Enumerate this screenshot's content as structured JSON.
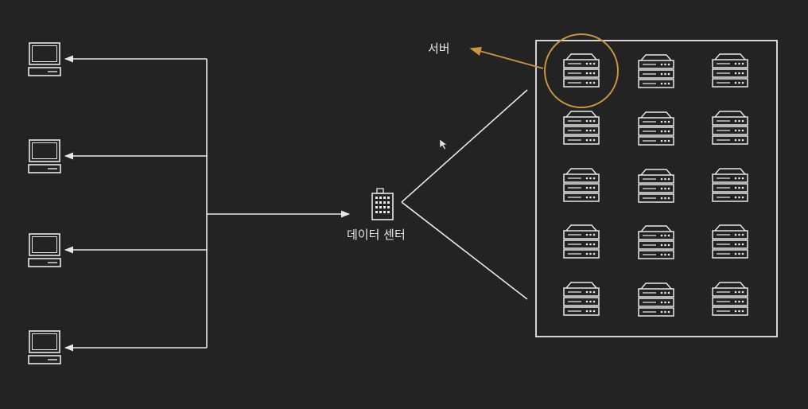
{
  "labels": {
    "data_center": "데이터 센터",
    "server": "서버"
  },
  "icons": {
    "client": "desktop-computer-icon",
    "data_center": "office-building-icon",
    "server": "rack-server-icon",
    "cursor": "mouse-pointer-icon"
  },
  "diagram": {
    "client_count": 4,
    "server_grid": {
      "rows": 5,
      "columns": 3
    },
    "highlighted_server": {
      "row": 1,
      "column": 1
    }
  },
  "colors": {
    "background": "#232323",
    "line": "#e8e8e8",
    "highlight": "#c8963e"
  }
}
